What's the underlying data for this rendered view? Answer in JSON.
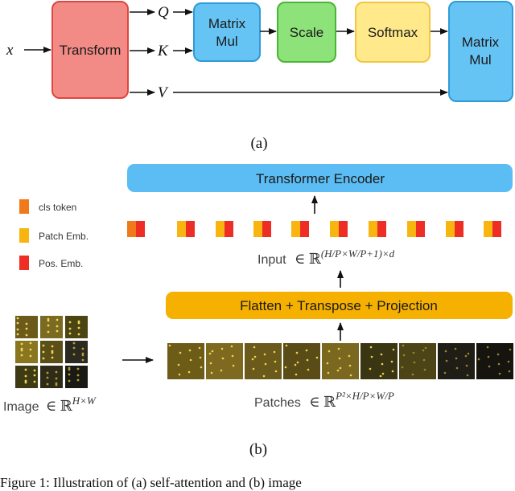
{
  "part_a": {
    "input": "x",
    "transform": "Transform",
    "q": "Q",
    "k": "K",
    "v": "V",
    "matmul1_line1": "Matrix",
    "matmul1_line2": "Mul",
    "scale": "Scale",
    "softmax": "Softmax",
    "matmul2_line1": "Matrix",
    "matmul2_line2": "Mul",
    "caption": "(a)"
  },
  "part_b": {
    "encoder": "Transformer Encoder",
    "legend": [
      {
        "label": "cls token",
        "color": "#F07A1A"
      },
      {
        "label": "Patch Emb.",
        "color": "#F9B50F"
      },
      {
        "label": "Pos. Emb.",
        "color": "#EE2E24"
      }
    ],
    "input_label": "Input",
    "input_elem": "∈ ℝ",
    "input_sup": "(H/P×W/P+1)×d",
    "flatten": "Flatten + Transpose + Projection",
    "image_label": "Image",
    "image_elem": "∈ ℝ",
    "image_sup": "H×W",
    "patches_label": "Patches",
    "patches_elem": "∈ ℝ",
    "patches_sup": "P²×H/P×W/P",
    "caption": "(b)",
    "token_count": 10,
    "patch_count": 9
  },
  "figure_caption": "Figure 1: Illustration of (a) self-attention and (b) image",
  "colors": {
    "transform_fill": "#F28B86",
    "transform_stroke": "#E0453F",
    "matmul_fill": "#66C4F4",
    "matmul_stroke": "#2F9AD8",
    "scale_fill": "#8EE27A",
    "scale_stroke": "#49B536",
    "softmax_fill": "#FFE98A",
    "softmax_stroke": "#F2C640",
    "encoder_fill": "#5BBDF3",
    "flatten_fill": "#F6B000"
  }
}
